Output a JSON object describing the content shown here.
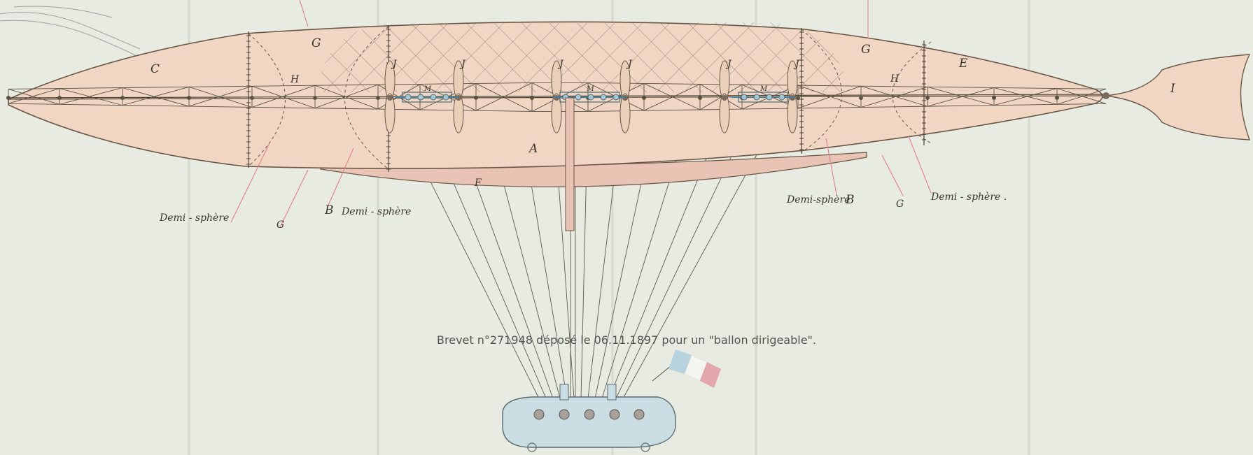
{
  "caption": "Brevet n°271948 déposé le 06.11.1897 pour un \"ballon dirigeable\".",
  "labels": {
    "C": "C",
    "G_top_left": "G",
    "G_top_right": "G",
    "E": "E",
    "I": "I",
    "H_left": "H",
    "H_right": "H",
    "A": "A",
    "F": "F",
    "B_left": "B",
    "B_right": "B",
    "G_bottom_left": "G",
    "G_bottom_right": "G",
    "demi_sphere_left": "Demi - sphère",
    "demi_sphere_B_left": "Demi - sphère",
    "demi_sphere_B_right": "Demi-sphère",
    "demi_sphere_right": "Demi - sphère .",
    "propeller_J": "J",
    "motor_M": "M"
  },
  "colors": {
    "paper": "#e8ebe1",
    "envelope": "#f1d6c3",
    "envelope_stroke": "#6a5646",
    "keel": "#e9c3b3",
    "gondola": "#c9dde3",
    "ink": "#3a3328",
    "leader_line": "#e07f8a",
    "flag_blue": "#b7d3df",
    "flag_white": "#f4f4f0",
    "flag_red": "#e4a6ad"
  }
}
